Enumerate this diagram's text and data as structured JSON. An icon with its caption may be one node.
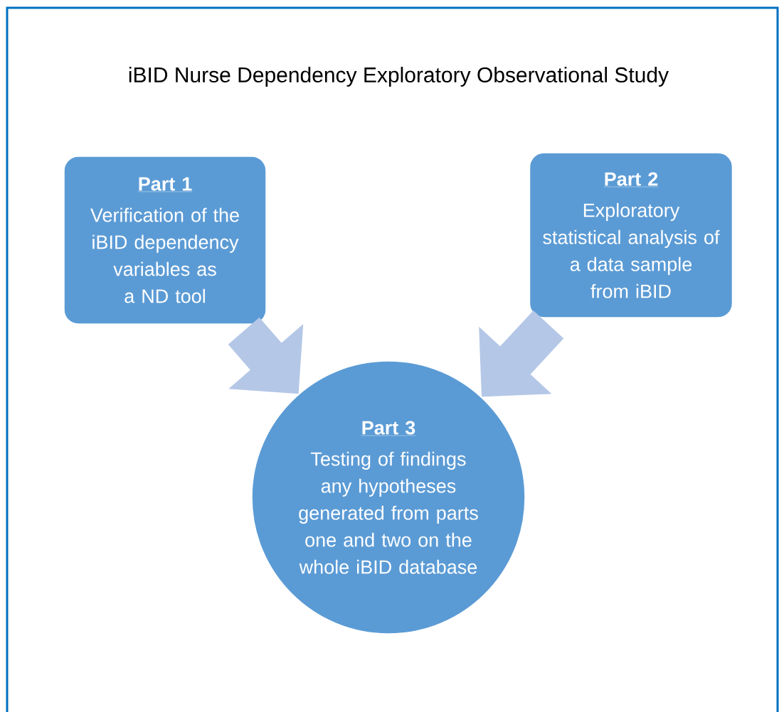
{
  "diagram": {
    "title": "iBID Nurse Dependency Exploratory Observational Study",
    "nodes": [
      {
        "text": [
          "Part 1",
          "Verification of  the iBID dependency variables as a ND tool"
        ]
      },
      {
        "text": [
          "Part 2",
          "Exploratory statistical analysis of a data sample from iBID"
        ]
      },
      {
        "text": [
          "Part 3",
          "Testing of findings any hypotheses generated from parts one and two on the whole iBID database"
        ]
      }
    ],
    "edges": [
      {
        "from": 0,
        "to": 2,
        "arrow": "to"
      },
      {
        "from": 1,
        "to": 2,
        "arrow": "to"
      }
    ]
  }
}
